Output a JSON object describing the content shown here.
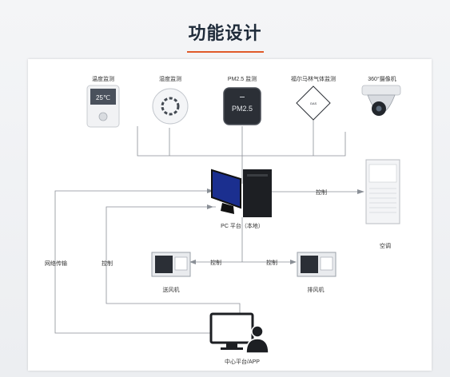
{
  "title": "功能设计",
  "sensors": {
    "temperature": {
      "label": "温度监测",
      "display": "25℃"
    },
    "humidity": {
      "label": "湿度监测"
    },
    "pm25": {
      "label": "PM2.5 监测",
      "display": "PM2.5"
    },
    "formaldehyde": {
      "label": "福尔马林气体监测",
      "symbol": "GAS"
    },
    "camera": {
      "label": "360°摄像机"
    }
  },
  "pc": {
    "label": "PC 平台（本地）"
  },
  "ac": {
    "label": "空调"
  },
  "supply_fan": {
    "label": "送风机"
  },
  "exhaust_fan": {
    "label": "排风机"
  },
  "center": {
    "label": "中心平台/APP"
  },
  "links": {
    "network": "网络传输",
    "control_left": "控制",
    "control_ac": "控制",
    "control_supply": "控制",
    "control_exhaust": "控制"
  },
  "colors": {
    "accent": "#e05a2a",
    "line": "#8a8f96",
    "icon_dark": "#2b2f36",
    "title": "#1f2b3a"
  }
}
